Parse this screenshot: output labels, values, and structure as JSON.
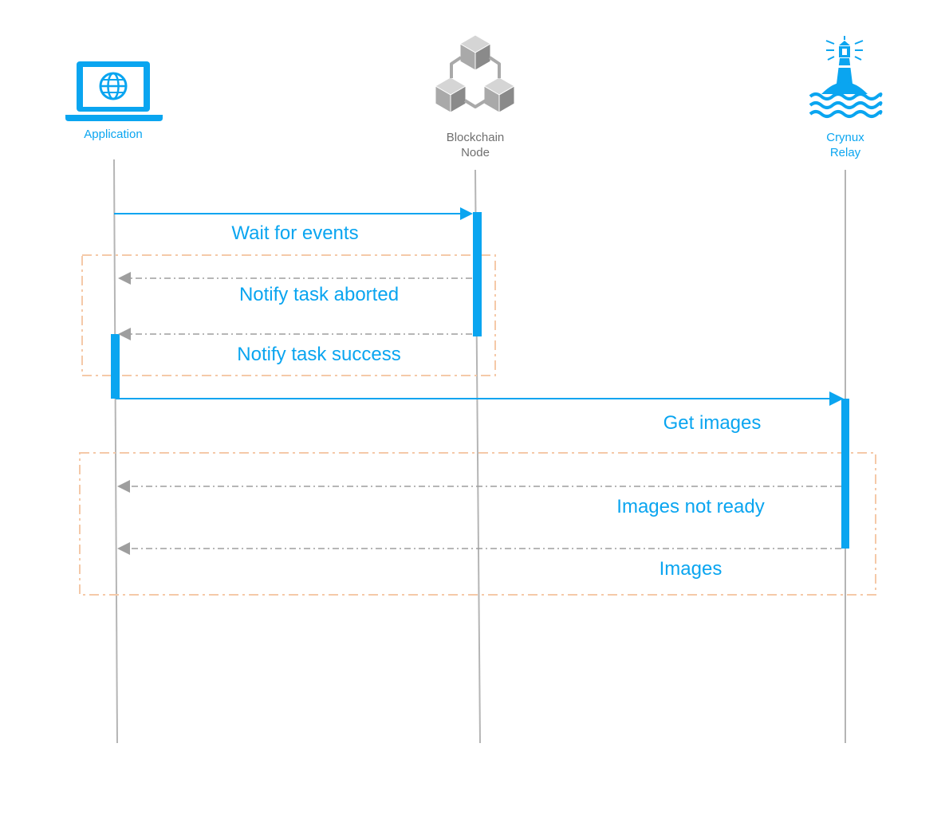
{
  "colors": {
    "accent": "#0aa5f0",
    "gray": "#9e9e9e",
    "lifeline": "#b5b5b5",
    "frame": "#f5c9a8",
    "text_gray": "#6f6f6f"
  },
  "actors": [
    {
      "id": "application",
      "label_lines": [
        "Application"
      ],
      "icon": "laptop-globe-icon"
    },
    {
      "id": "blockchain",
      "label_lines": [
        "Blockchain",
        "Node"
      ],
      "icon": "blockchain-cubes-icon"
    },
    {
      "id": "relay",
      "label_lines": [
        "Crynux",
        "Relay"
      ],
      "icon": "lighthouse-icon"
    }
  ],
  "messages": [
    {
      "label": "Wait for events",
      "from": "application",
      "to": "blockchain",
      "style": "solid"
    },
    {
      "label": "Notify task aborted",
      "from": "blockchain",
      "to": "application",
      "style": "dashed"
    },
    {
      "label": "Notify task success",
      "from": "blockchain",
      "to": "application",
      "style": "dashed"
    },
    {
      "label": "Get images",
      "from": "application",
      "to": "relay",
      "style": "solid"
    },
    {
      "label": "Images not ready",
      "from": "relay",
      "to": "application",
      "style": "dashed"
    },
    {
      "label": "Images",
      "from": "relay",
      "to": "application",
      "style": "dashed"
    }
  ]
}
